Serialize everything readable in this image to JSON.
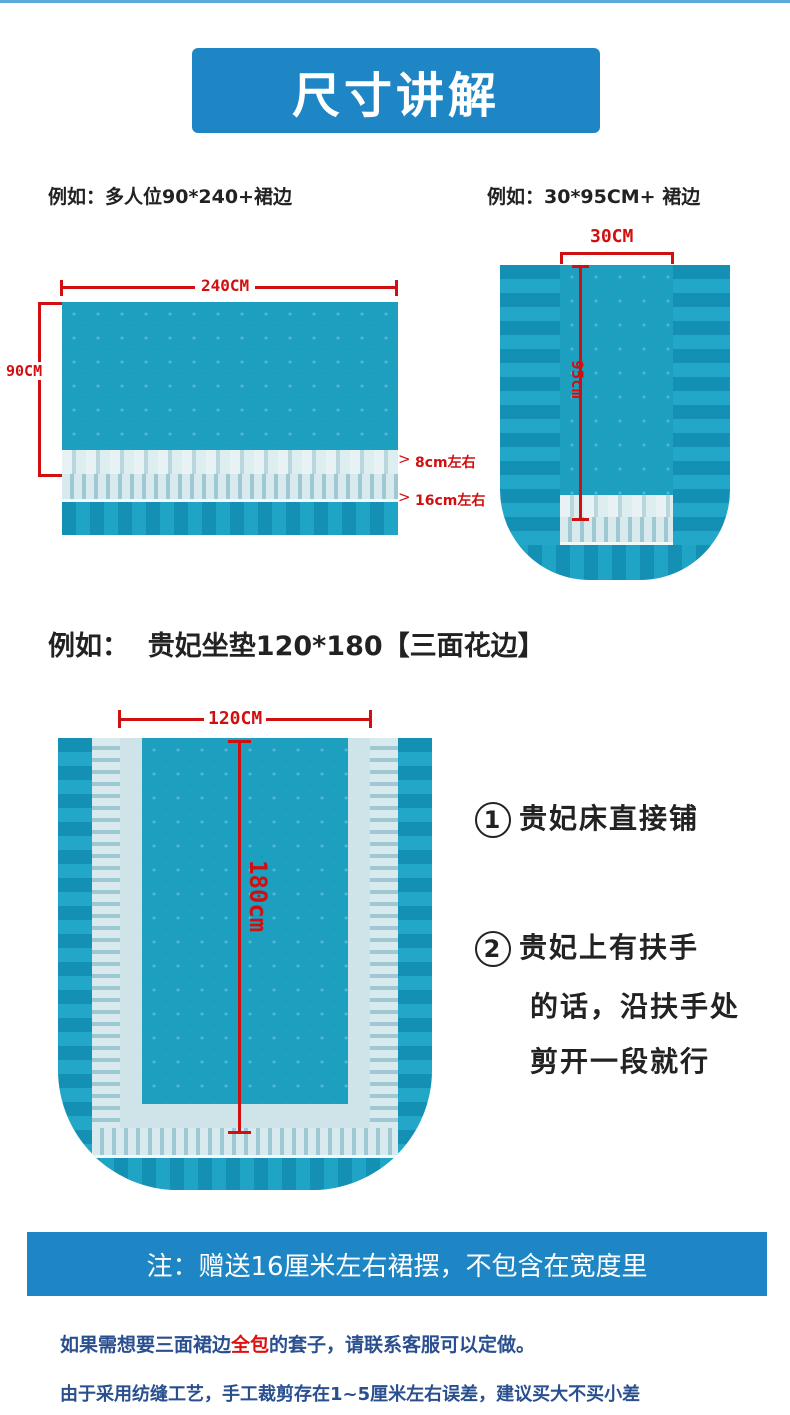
{
  "title": "尺寸讲解",
  "example1": {
    "label": "例如：多人位90*240+裙边",
    "width": "240CM",
    "height": "90CM",
    "lace": "8cm左右",
    "skirt": "16cm左右"
  },
  "example2": {
    "label": "例如：30*95CM+ 裙边",
    "width": "30CM",
    "height": "95cm"
  },
  "example3": {
    "label": "例如：  贵妃坐垫120*180【三面花边】",
    "width": "120CM",
    "height": "180cm"
  },
  "tips": [
    {
      "num": "1",
      "lines": [
        "贵妃床直接铺"
      ]
    },
    {
      "num": "2",
      "lines": [
        "贵妃上有扶手",
        "的话，沿扶手处",
        "剪开一段就行"
      ]
    }
  ],
  "banner": "注：赠送16厘米左右裙摆，不包含在宽度里",
  "note1": {
    "before": "如果需想要三面裙边",
    "highlight": "全包",
    "after": "的套子，请联系客服可以定做。"
  },
  "note2": "由于采用纺缝工艺，手工裁剪存在1~5厘米左右误差，建议买大不买小差",
  "colors": {
    "brand": "#1f86c6",
    "fabric": "#1d9fc0",
    "measure": "#d01010"
  }
}
